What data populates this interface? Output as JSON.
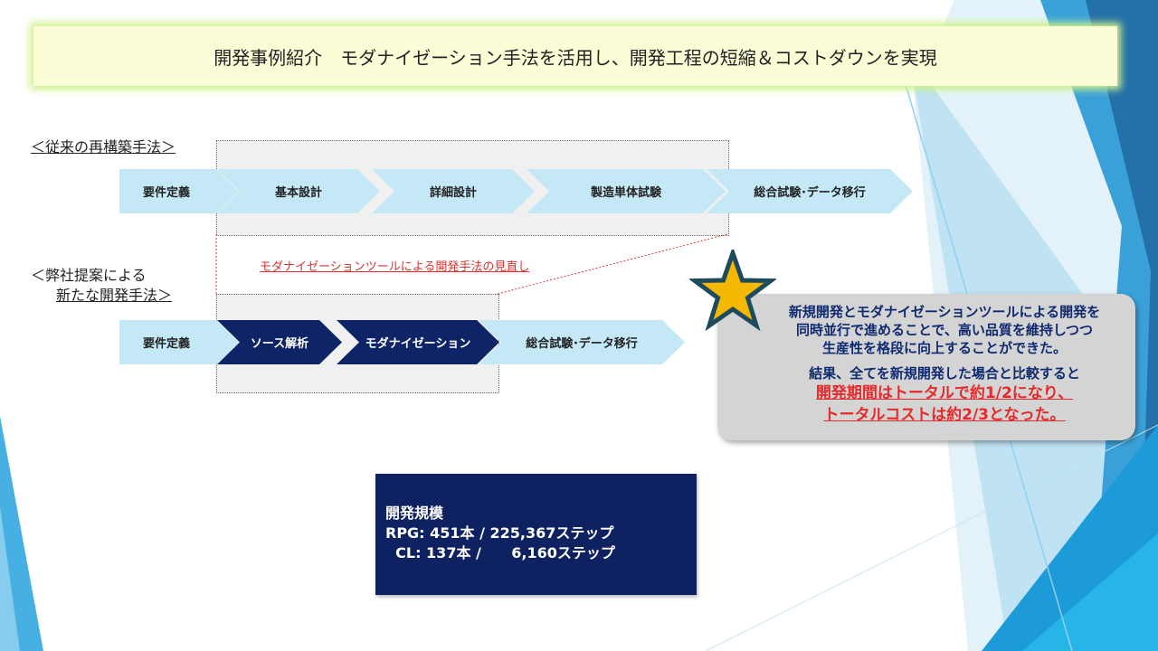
{
  "title": "開発事例紹介　モダナイゼーション手法を活用し、開発工程の短縮＆コストダウンを実現",
  "conventional": {
    "label": "＜従来の再構築手法＞",
    "steps": [
      "要件定義",
      "基本設計",
      "詳細設計",
      "製造単体試験",
      "総合試験･データ移行"
    ]
  },
  "proposed": {
    "label_line1": "＜弊社提案による",
    "label_line2": "新たな開発手法＞",
    "note": "モダナイゼーションツールによる開発手法の見直し",
    "steps": [
      "要件定義",
      "ソース解析",
      "モダナイゼーション",
      "総合試験･データ移行"
    ]
  },
  "callout": {
    "line1": "新規開発とモダナイゼーションツールによる開発を",
    "line2": "同時並行で進めることで、高い品質を維持しつつ",
    "line3": "生産性を格段に向上することができた。",
    "line4": "結果、全てを新規開発した場合と比較すると",
    "highlight1": "開発期間はトータルで約1/2になり、",
    "highlight2": "トータルコストは約2/3となった。"
  },
  "scale": {
    "title": "開発規模",
    "rpg": "RPG: 451本 / 225,367ステップ",
    "cl": "  CL: 137本 /      6,160ステップ"
  },
  "colors": {
    "dark_navy": "#0e2466",
    "light_chevron": "#c5e8f6",
    "red_accent": "#e42a2a",
    "star_fill": "#f5b800",
    "star_outline": "#1e4a5e"
  }
}
